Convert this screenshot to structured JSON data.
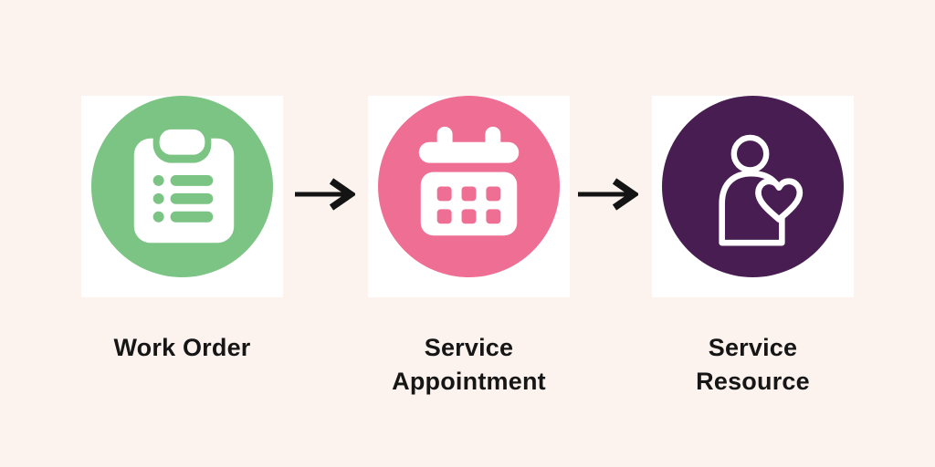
{
  "page": {
    "background_color": "#FDF3EE"
  },
  "flow": {
    "text_color": "#161616",
    "arrow_color": "#141414",
    "tile_color": "#FFFFFF",
    "icon_glyph_color": "#FFFFFF",
    "steps": [
      {
        "label": "Work Order",
        "lines": [
          "Work Order"
        ],
        "icon": "clipboard-list-icon",
        "circle_color": "#7CC484"
      },
      {
        "label": "Service Appointment",
        "lines": [
          "Service",
          "Appointment"
        ],
        "icon": "calendar-icon",
        "circle_color": "#EE6E94"
      },
      {
        "label": "Service Resource",
        "lines": [
          "Service",
          "Resource"
        ],
        "icon": "person-heart-icon",
        "circle_color": "#481D52"
      }
    ],
    "arrows": [
      {
        "icon": "arrow-right-icon"
      },
      {
        "icon": "arrow-right-icon"
      }
    ]
  }
}
